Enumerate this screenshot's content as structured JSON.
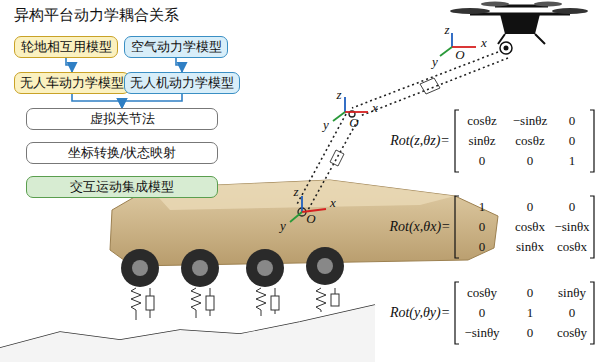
{
  "diagram": {
    "title": "异构平台动力学耦合关系",
    "nodes": [
      {
        "text": [
          "轮地相互用模型"
        ]
      },
      {
        "text": [
          "空气动力学模型"
        ]
      },
      {
        "text": [
          "无人车动力学模型"
        ]
      },
      {
        "text": [
          "无人机动力学模型"
        ]
      },
      {
        "text": [
          "虚拟关节法"
        ]
      },
      {
        "text": [
          "坐标转换/状态映射"
        ]
      },
      {
        "text": [
          "交互运动集成模型"
        ]
      }
    ],
    "edges": [
      {
        "from": 0,
        "to": 2,
        "arrow": "to"
      },
      {
        "from": 1,
        "to": 3,
        "arrow": "to"
      },
      {
        "from": 2,
        "to": 4,
        "arrow": "to"
      },
      {
        "from": 3,
        "to": 4,
        "arrow": "to"
      }
    ],
    "labels": [
      "z",
      "y",
      "x",
      "O",
      "z",
      "y",
      "x",
      "O",
      "z",
      "y",
      "x",
      "O",
      "Rot(z,θz)=",
      "cosθz",
      "−sinθz",
      "0",
      "sinθz",
      "cosθz",
      "0",
      "0",
      "0",
      "1",
      "Rot(x,θx)=",
      "1",
      "0",
      "0",
      "0",
      "cosθx",
      "−sinθx",
      "0",
      "sinθx",
      "cosθx",
      "Rot(y,θy)=",
      "cosθy",
      "0",
      "sinθy",
      "0",
      "1",
      "0",
      "−sinθy",
      "0",
      "cosθy"
    ]
  }
}
